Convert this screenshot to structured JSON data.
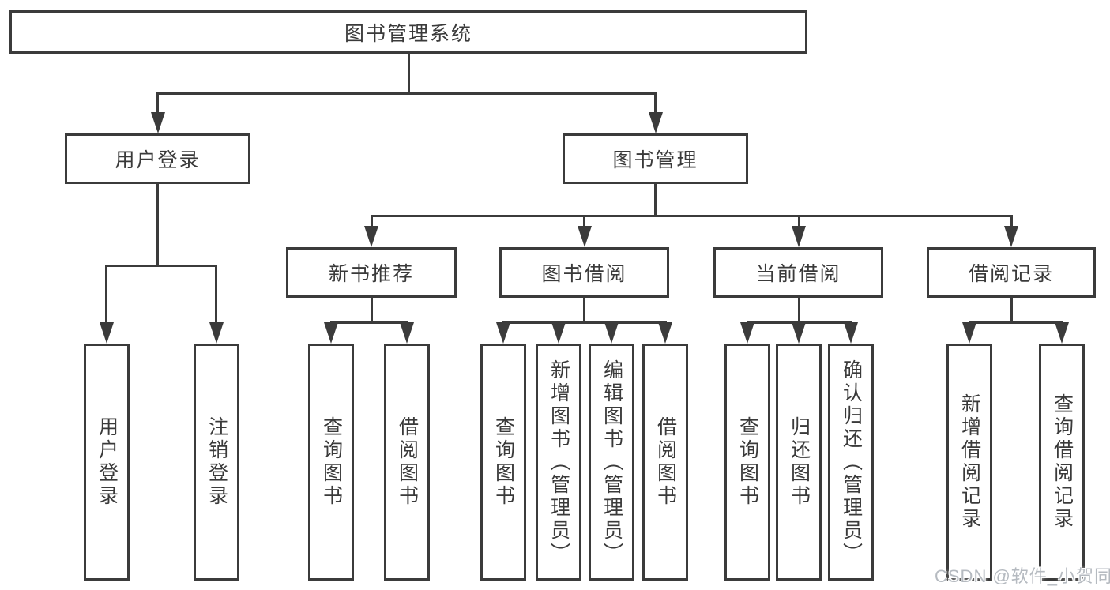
{
  "colors": {
    "line": "#3b3b3b",
    "text": "#3a3a3a",
    "box_fill": "#ffffff",
    "background": "#ffffff",
    "watermark": "#b5bac0"
  },
  "watermark": {
    "text": "CSDN @软件_小贺同学"
  },
  "tree": {
    "root": {
      "label": "图书管理系统"
    },
    "branches": [
      {
        "label": "用户登录",
        "children": [
          {
            "label": "用户登录"
          },
          {
            "label": "注销登录"
          }
        ]
      },
      {
        "label": "图书管理",
        "sections": [
          {
            "label": "新书推荐",
            "children": [
              {
                "label": "查询图书"
              },
              {
                "label": "借阅图书"
              }
            ]
          },
          {
            "label": "图书借阅",
            "children": [
              {
                "label": "查询图书"
              },
              {
                "label": "新增图书（管理员）"
              },
              {
                "label": "编辑图书（管理员）"
              },
              {
                "label": "借阅图书"
              }
            ]
          },
          {
            "label": "当前借阅",
            "children": [
              {
                "label": "查询图书"
              },
              {
                "label": "归还图书"
              },
              {
                "label": "确认归还（管理员）"
              }
            ]
          },
          {
            "label": "借阅记录",
            "children": [
              {
                "label": "新增借阅记录"
              },
              {
                "label": "查询借阅记录"
              }
            ]
          }
        ]
      }
    ]
  }
}
